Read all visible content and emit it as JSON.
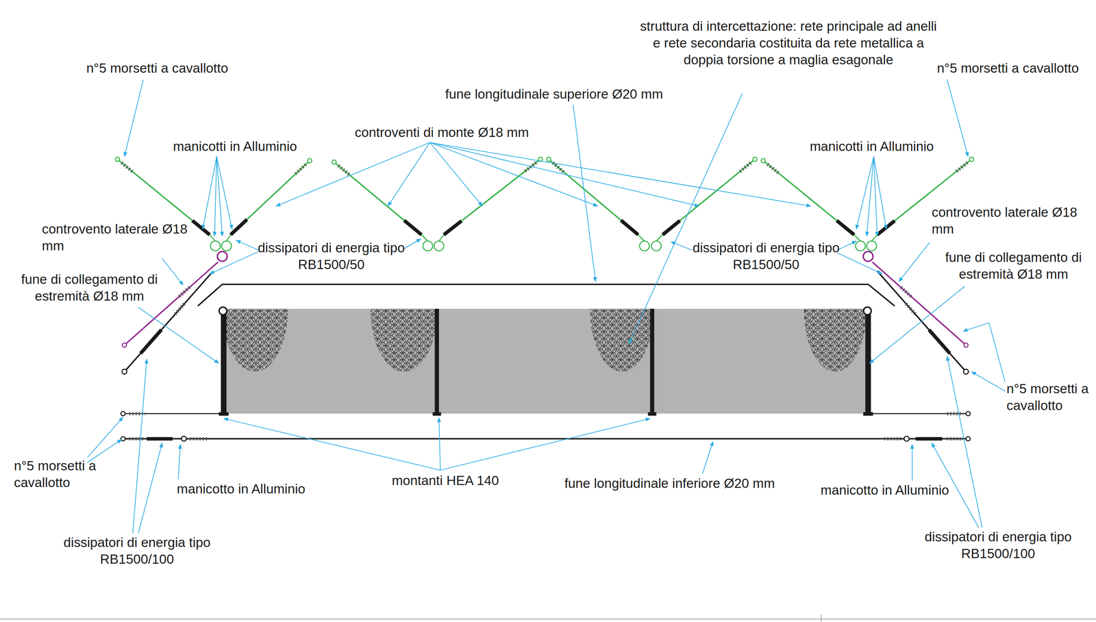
{
  "diagram": {
    "labels": [
      "n°5 morsetti a cavallotto",
      "struttura di intercettazione: rete principale ad anelli e rete secondaria costituita da rete metallica a doppia torsione a maglia esagonale",
      "n°5 morsetti a cavallotto",
      "fune longitudinale superiore Ø20 mm",
      "manicotti in Alluminio",
      "controventi di monte Ø18 mm",
      "manicotti in Alluminio",
      "controvento laterale Ø18 mm",
      "dissipatori di energia tipo RB1500/50",
      "dissipatori di energia tipo RB1500/50",
      "controvento laterale Ø18 mm",
      "fune di collegamento di estremità Ø18 mm",
      "fune di collegamento di estremità Ø18 mm",
      "n°5 morsetti a cavallotto",
      "n°5 morsetti a cavallotto",
      "manicotto in Alluminio",
      "montanti HEA 140",
      "fune longitudinale inferiore Ø20 mm",
      "manicotto in Alluminio",
      "dissipatori di energia tipo RB1500/100",
      "dissipatori di energia tipo RB1500/100"
    ]
  }
}
